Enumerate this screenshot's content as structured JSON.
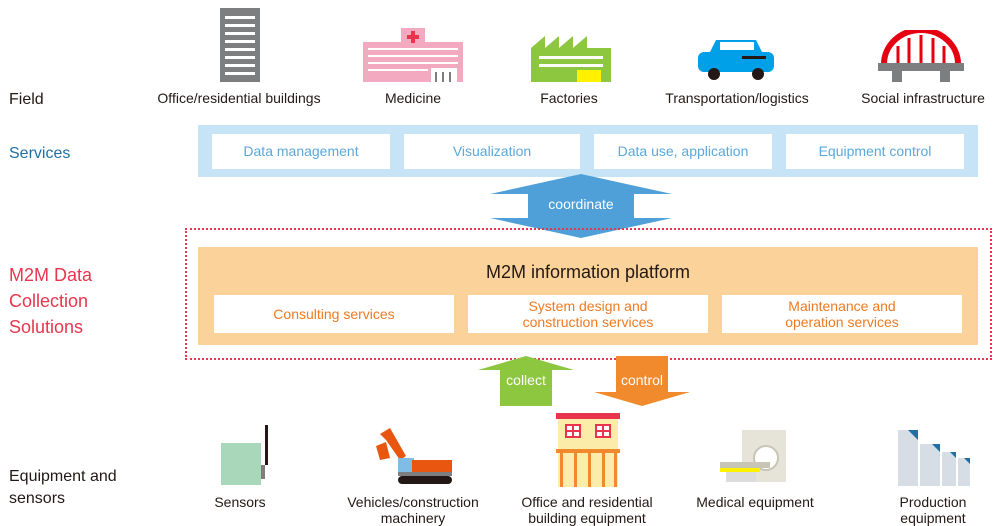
{
  "row_labels": {
    "field": "Field",
    "services": "Services",
    "solutions": [
      "M2M Data",
      "Collection",
      "Solutions"
    ],
    "equipment": [
      "Equipment and",
      "sensors"
    ]
  },
  "field_items": [
    {
      "label": "Office/residential buildings",
      "icon": "office-building-icon"
    },
    {
      "label": "Medicine",
      "icon": "hospital-icon"
    },
    {
      "label": "Factories",
      "icon": "factory-icon"
    },
    {
      "label": "Transportation/logistics",
      "icon": "car-icon"
    },
    {
      "label": "Social infrastructure",
      "icon": "bridge-icon"
    }
  ],
  "services": [
    "Data management",
    "Visualization",
    "Data use, application",
    "Equipment control"
  ],
  "coordinate_label": "coordinate",
  "platform": {
    "title": "M2M information platform",
    "services": [
      "Consulting services",
      "System design and\nconstruction services",
      "Maintenance and\noperation services"
    ]
  },
  "collect_label": "collect",
  "control_label": "control",
  "equipment_items": [
    {
      "label": "Sensors",
      "icon": "sensor-icon"
    },
    {
      "label": "Vehicles/construction\nmachinery",
      "icon": "excavator-icon"
    },
    {
      "label": "Office and residential\nbuilding equipment",
      "icon": "shop-building-icon"
    },
    {
      "label": "Medical equipment",
      "icon": "mri-scanner-icon"
    },
    {
      "label": "Production\nequipment",
      "icon": "production-facility-icon"
    }
  ],
  "colors": {
    "services_text": "#1f6fa6",
    "solutions_text": "#e8354d",
    "services_band": "#c6e4f6",
    "services_box_text": "#5aa8dc",
    "platform_fill": "#fbd39a",
    "platform_box_text": "#ee7a22",
    "coordinate_arrow": "#4f9fd8",
    "collect_arrow": "#8dc63f",
    "control_arrow": "#f08a2c"
  }
}
